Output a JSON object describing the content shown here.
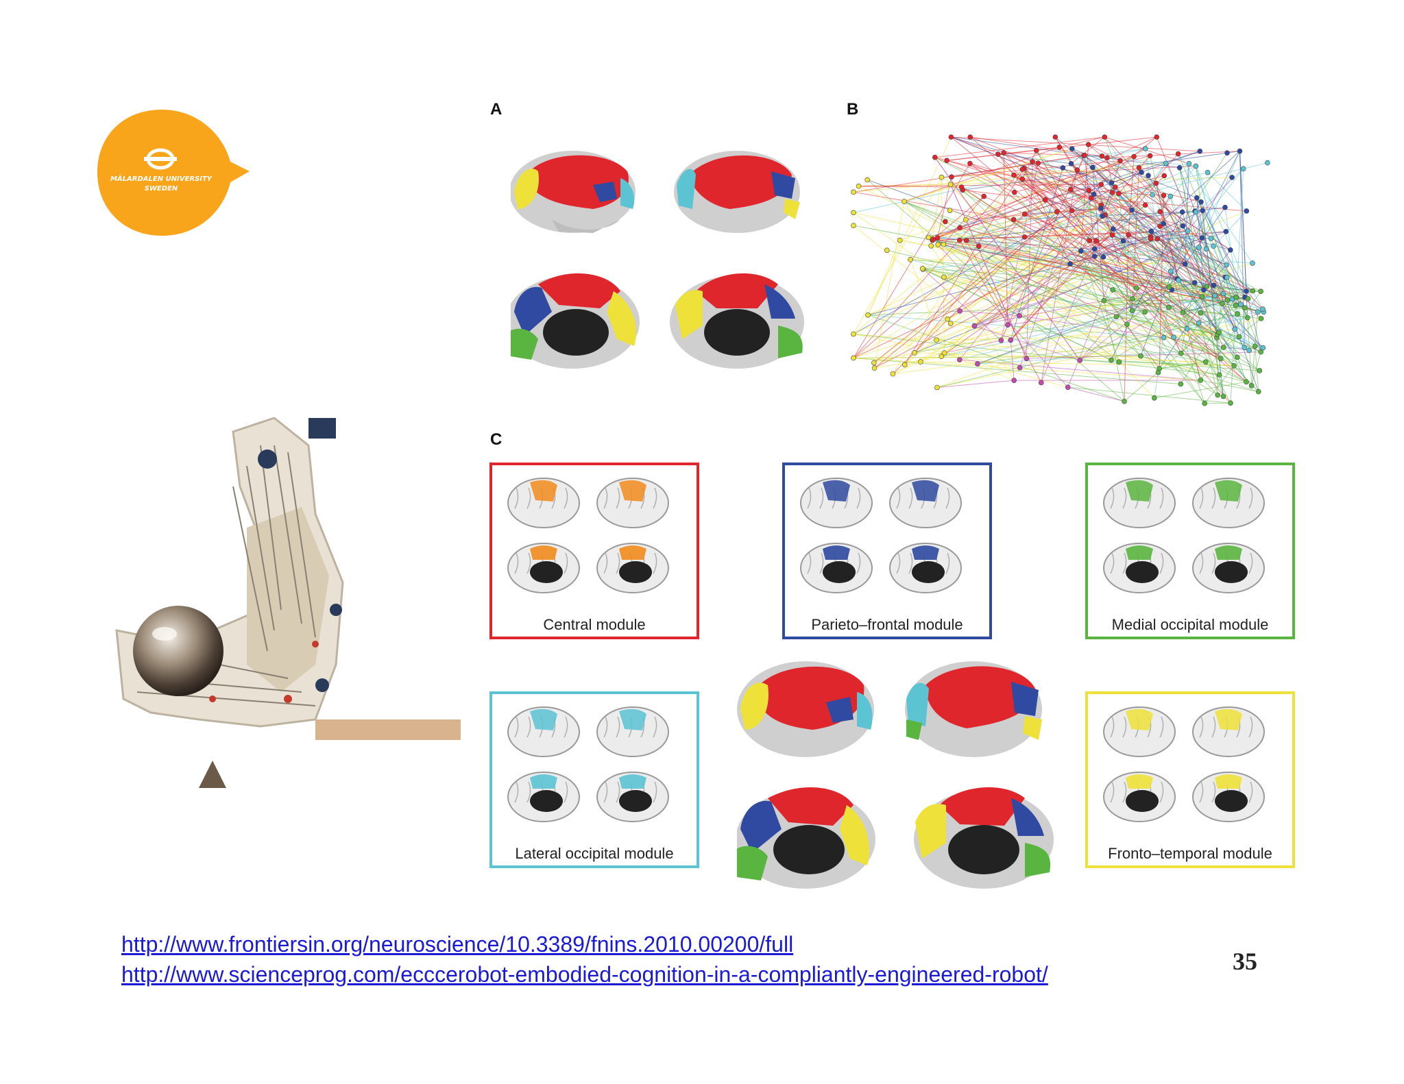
{
  "logo": {
    "line1": "MÄLARDALEN UNIVERSITY",
    "line2": "SWEDEN",
    "color": "#f9a51b"
  },
  "figure": {
    "panel_a": "A",
    "panel_b": "B",
    "panel_c": "C",
    "modules": [
      {
        "label": "Central module",
        "color": "#e0262d"
      },
      {
        "label": "Parieto–frontal module",
        "color": "#2f4aa0"
      },
      {
        "label": "Medial occipital module",
        "color": "#5ab540"
      },
      {
        "label": "Lateral occipital module",
        "color": "#5cc3d3"
      },
      {
        "label": "Fronto–temporal module",
        "color": "#eee23a"
      }
    ]
  },
  "links": [
    "http://www.frontiersin.org/neuroscience/10.3389/fnins.2010.00200/full",
    "http://www.scienceprog.com/ecccerobot-embodied-cognition-in-a-compliantly-engineered-robot/"
  ],
  "page_number": "35"
}
